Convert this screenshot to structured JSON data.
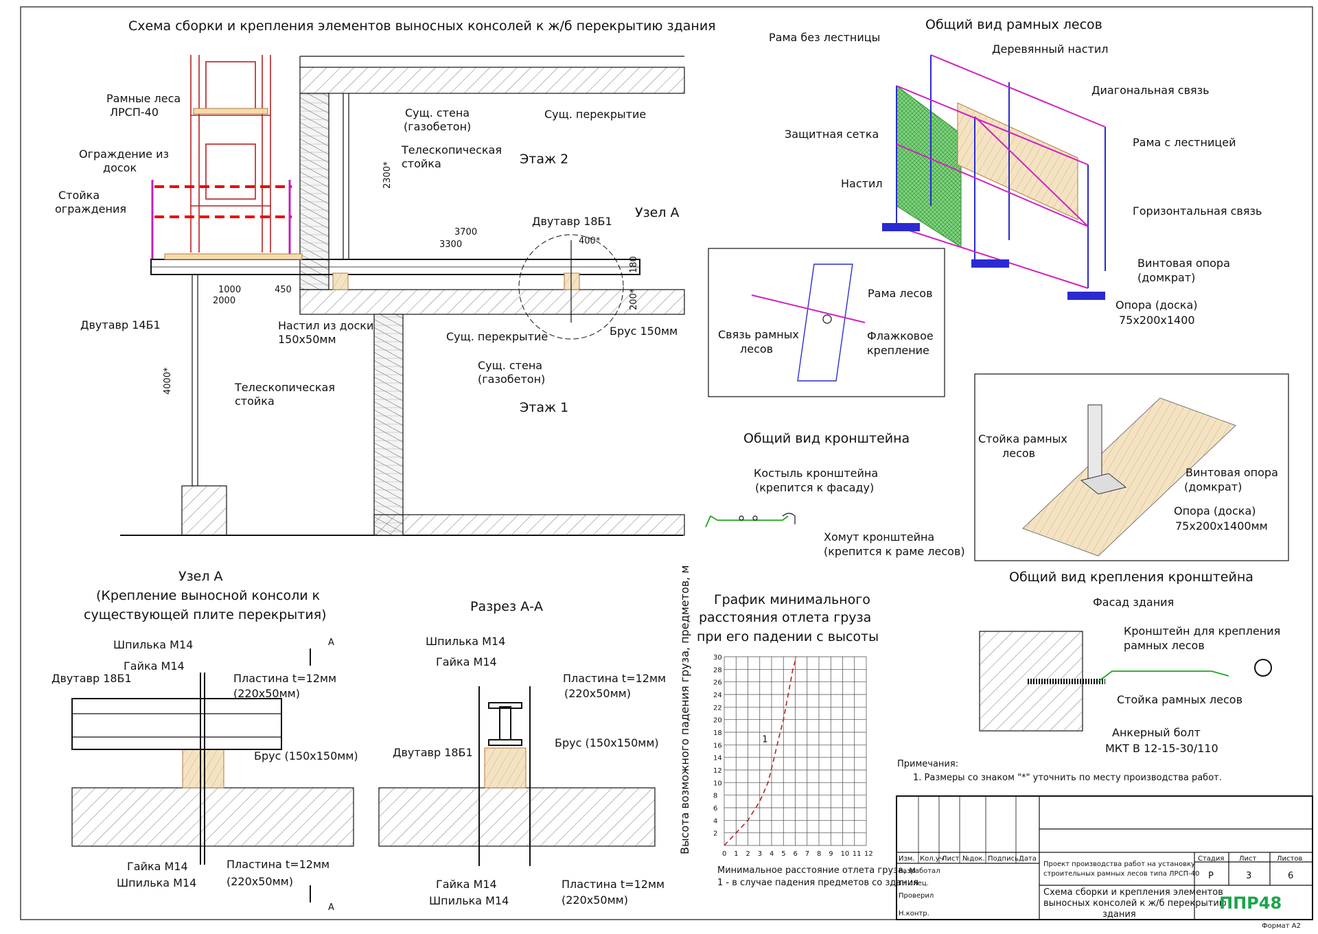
{
  "titles": {
    "main": "Схема сборки и крепления элементов выносных консолей к ж/б перекрытию здания",
    "frame_view": "Общий вид рамных лесов",
    "bracket_view": "Общий вид кронштейна",
    "bracket_mount_view": "Общий вид крепления кронштейна",
    "node_a_title": "Узел А",
    "node_a_sub1": "(Крепление выносной консоли к",
    "node_a_sub2": "существующей плите перекрытия)",
    "section_aa": "Разрез А-А",
    "graph_title_1": "График минимального",
    "graph_title_2": "расстояния отлета груза",
    "graph_title_3": "при его падении с высоты"
  },
  "main_labels": {
    "frame_scaffold_1": "Рамные леса",
    "frame_scaffold_2": "ЛРСП-40",
    "fence_1": "Ограждение из",
    "fence_2": "досок",
    "fence_post_1": "Стойка",
    "fence_post_2": "ограждения",
    "ibeam_14": "Двутавр 14Б1",
    "telescopic_1": "Телескопическая",
    "telescopic_2": "стойка",
    "deck_1": "Настил из доски",
    "deck_2": "150х50мм",
    "exist_wall_1": "Сущ. стена",
    "exist_wall_2": "(газобетон)",
    "telescopic2_1": "Телескопическая",
    "telescopic2_2": "стойка",
    "exist_floor_top": "Сущ. перекрытие",
    "floor_2": "Этаж 2",
    "ibeam_18": "Двутавр 18Б1",
    "node_a": "Узел А",
    "exist_floor_mid": "Сущ. перекрытие",
    "exist_wall_b1": "Сущ. стена",
    "exist_wall_b2": "(газобетон)",
    "floor_1": "Этаж 1",
    "timber": "Брус 150мм"
  },
  "dimensions": {
    "d3700": "3700",
    "d3300": "3300",
    "d1000": "1000",
    "d450": "450",
    "d2000": "2000",
    "d2300": "2300*",
    "d4000": "4000*",
    "d400": "400*",
    "d180": "180",
    "d200": "200*"
  },
  "frame_labels": {
    "frame_no_ladder": "Рама без лестницы",
    "wood_deck": "Деревянный настил",
    "diag": "Диагональная связь",
    "net": "Защитная сетка",
    "frame_ladder": "Рама с лестницей",
    "deck": "Настил",
    "horiz": "Горизонтальная связь",
    "screw_1": "Винтовая опора",
    "screw_2": "(домкрат)",
    "support_1": "Опора (доска)",
    "support_2": "75х200х1400"
  },
  "detail_flag": {
    "frame": "Рама лесов",
    "tie_1": "Связь рамных",
    "tie_2": "лесов",
    "flag_1": "Флажковое",
    "flag_2": "крепление"
  },
  "detail_support": {
    "post_1": "Стойка рамных",
    "post_2": "лесов",
    "screw_1": "Винтовая опора",
    "screw_2": "(домкрат)",
    "board_1": "Опора (доска)",
    "board_2": "75х200х1400мм"
  },
  "bracket_labels": {
    "crutch_1": "Костыль кронштейна",
    "crutch_2": "(крепится к фасаду)",
    "clamp_1": "Хомут кронштейна",
    "clamp_2": "(крепится к раме лесов)"
  },
  "mount_labels": {
    "facade": "Фасад здания",
    "bracket_1": "Кронштейн для крепления",
    "bracket_2": "рамных лесов",
    "post": "Стойка рамных лесов",
    "anchor_1": "Анкерный болт",
    "anchor_2": "МКТ В 12-15-30/110"
  },
  "node_a_labels": {
    "stud_top": "Шпилька М14",
    "nut_top": "Гайка М14",
    "ibeam": "Двутавр 18Б1",
    "plate_top_1": "Пластина t=12мм",
    "plate_top_2": "(220х50мм)",
    "timber": "Брус (150х150мм)",
    "nut_bot": "Гайка М14",
    "stud_bot": "Шпилька М14",
    "plate_bot_1": "Пластина t=12мм",
    "plate_bot_2": "(220х50мм)",
    "cut_a_top": "А",
    "cut_a_bot": "А"
  },
  "section_labels": {
    "stud_top": "Шпилька М14",
    "nut_top": "Гайка М14",
    "plate_top_1": "Пластина t=12мм",
    "plate_top_2": "(220х50мм)",
    "ibeam": "Двутавр 18Б1",
    "timber": "Брус (150х150мм)",
    "nut_bot": "Гайка М14",
    "stud_bot": "Шпилька М14",
    "plate_bot_1": "Пластина t=12мм",
    "plate_bot_2": "(220х50мм)"
  },
  "notes": {
    "head": "Примечания:",
    "n1": "1. Размеры со знаком \"*\" уточнить по месту производства работ."
  },
  "stamp": {
    "h_izm": "Изм.",
    "h_koluch": "Кол.уч",
    "h_list": "Лист",
    "h_ndok": "№док.",
    "h_podp": "Подпись",
    "h_data": "Дата",
    "r_razrab": "Разработал",
    "r_glspec": "Гл.спец.",
    "r_prover": "Проверил",
    "r_nkontr": "Н.контр.",
    "project_1": "Проект производства работ на установку",
    "project_2": "строительных рамных лесов типа ЛРСП-40",
    "sheet_title_1": "Схема сборки и крепления элементов",
    "sheet_title_2": "выносных консолей к ж/б перекрытию",
    "sheet_title_3": "здания",
    "h_stage": "Стадия",
    "h_sheet": "Лист",
    "h_sheets": "Листов",
    "stage": "Р",
    "sheet": "3",
    "sheets": "6",
    "logo": "ППР48",
    "format": "Формат А2"
  },
  "chart_data": {
    "type": "line",
    "title": "График минимального расстояния отлета груза при его падении с высоты",
    "xlabel": "Минимальное расстояние отлета груза, м",
    "ylabel": "Высота возможного падения груза, предметов, м",
    "x_ticks": [
      "0",
      "1",
      "2",
      "3",
      "4",
      "5",
      "6",
      "7",
      "8",
      "9",
      "10",
      "11",
      "12"
    ],
    "y_ticks": [
      "2",
      "4",
      "6",
      "8",
      "10",
      "12",
      "14",
      "16",
      "18",
      "20",
      "22",
      "24",
      "26",
      "28",
      "30"
    ],
    "xlim": [
      0,
      12
    ],
    "ylim": [
      0,
      30
    ],
    "grid": true,
    "series": [
      {
        "name": "1 - в случае падения предметов со здания",
        "marker": "1",
        "color": "#c81e1e",
        "x": [
          0,
          1,
          2,
          3,
          3.7,
          4.1,
          4.6,
          5.0,
          5.2,
          5.5,
          5.8,
          6.1
        ],
        "y": [
          0,
          2,
          4,
          7,
          10,
          13,
          17,
          20,
          22,
          25,
          28,
          30
        ]
      }
    ]
  }
}
